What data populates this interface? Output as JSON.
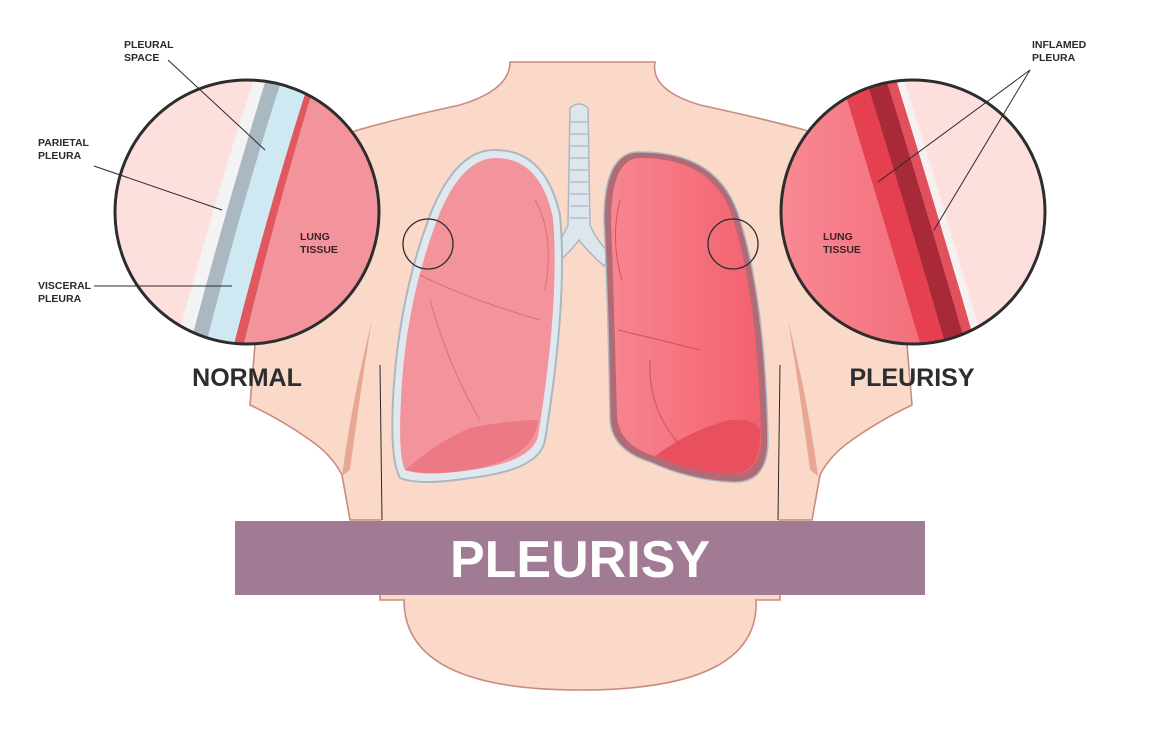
{
  "banner": {
    "title": "PLEURISY",
    "color": "#a17b93"
  },
  "normal": {
    "heading": "NORMAL",
    "lung_tissue": [
      "LUNG",
      "TISSUE"
    ],
    "labels": {
      "pleural_space": [
        "PLEURAL",
        "SPACE"
      ],
      "parietal_pleura": [
        "PARIETAL",
        "PLEURA"
      ],
      "visceral_pleura": [
        "VISCERAL",
        "PLEURA"
      ]
    }
  },
  "pleurisy": {
    "heading": "PLEURISY",
    "lung_tissue": [
      "LUNG",
      "TISSUE"
    ],
    "labels": {
      "inflamed_pleura": [
        "INFLAMED",
        "PLEURA"
      ]
    }
  },
  "colors": {
    "skin": "#fbd9c8",
    "skin_outline": "#c98b7f",
    "normal_lung": "#f3939b",
    "inflamed_lung": "#f46c78",
    "pleural_space": "#cfe9f3",
    "pleura_gray": "#aab8c2"
  }
}
